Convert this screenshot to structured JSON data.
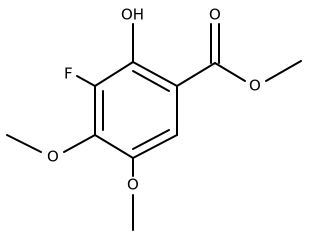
{
  "molecule": {
    "atoms": {
      "hydroxyl": "OH",
      "fluoro": "F",
      "carbonyl_oxygen": "O",
      "ester_oxygen": "O",
      "methoxy_oxygen_4": "O",
      "methoxy_oxygen_5": "O"
    }
  },
  "colors": {
    "bond": "#000000",
    "label": "#000000",
    "background": "#ffffff"
  }
}
